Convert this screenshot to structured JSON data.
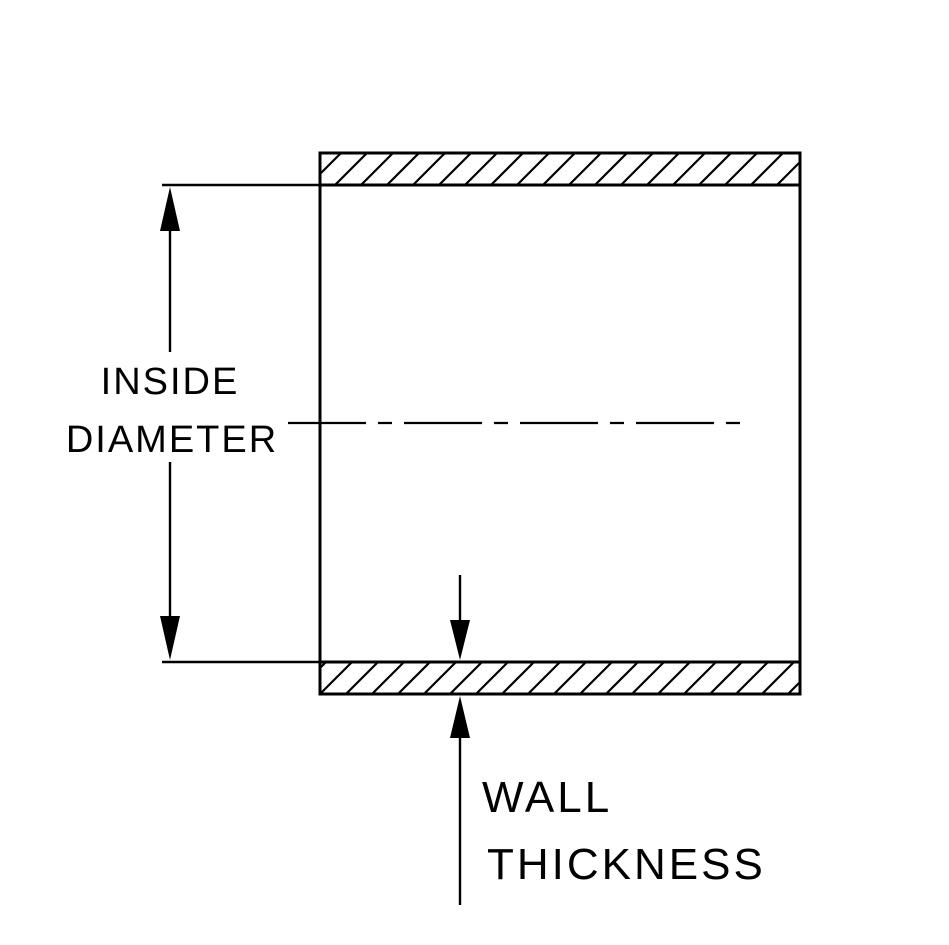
{
  "diagram": {
    "colors": {
      "line": "#000000",
      "background": "#ffffff"
    },
    "labels": {
      "inside_diameter_line1": "INSIDE",
      "inside_diameter_line2": "DIAMETER",
      "wall_thickness_line1": "WALL",
      "wall_thickness_line2": "THICKNESS"
    }
  }
}
